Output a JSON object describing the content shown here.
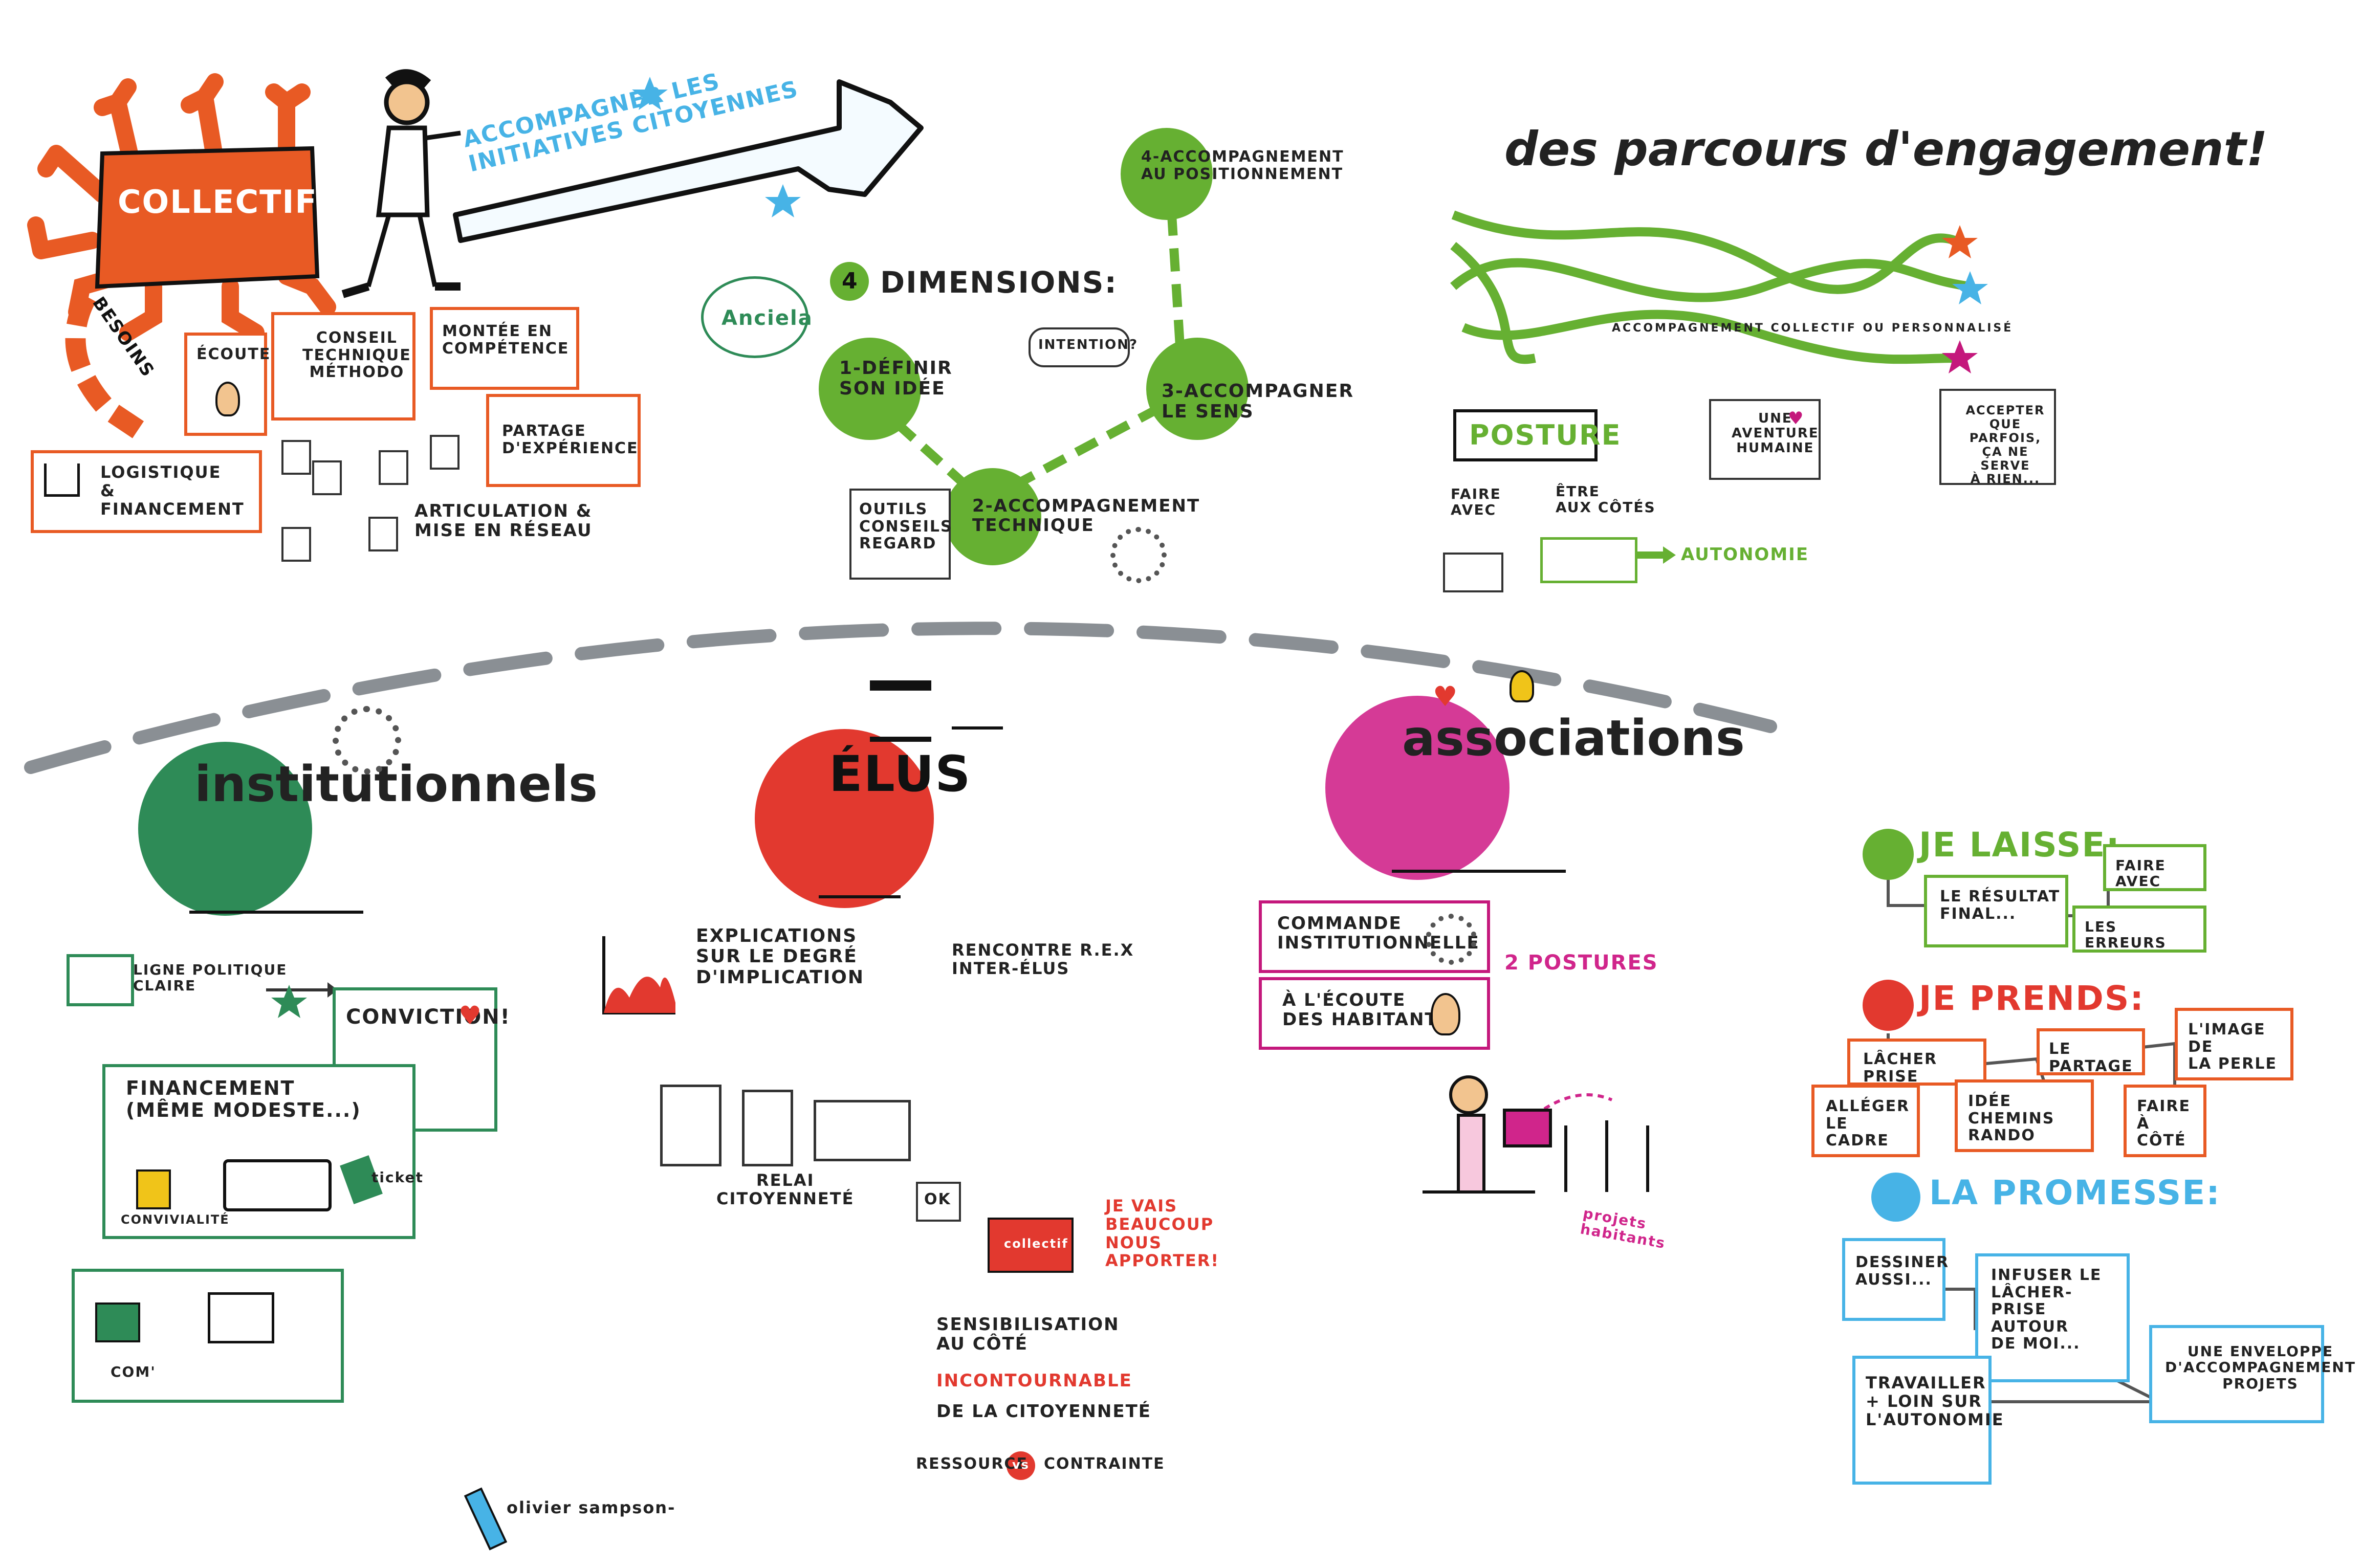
{
  "top_left": {
    "collectif": "collectif",
    "arrow_title": "accompagner les initiatives citoyennes",
    "besoins": "besoins",
    "ecoute": "écoute",
    "conseil": "conseil\ntechnique\nméthodo",
    "montee": "montée en\ncompétence",
    "partage": "partage\nd'expérience",
    "logistique": "logistique\n& financement",
    "articulation": "articulation &\nmise en réseau"
  },
  "dimensions": {
    "logo": "Anciela",
    "title_number": "4",
    "title": "dimensions:",
    "d1": "1-définir\nson idée",
    "intention": "intention?",
    "d2": "2-accompagnement\ntechnique",
    "outils": "outils\nconseils\nregard",
    "d3": "3-accompagner\nle sens",
    "d4": "4-accompagnement\nau positionnement"
  },
  "parcours": {
    "title": "des parcours d'engagement!",
    "path_label": "accompagnement collectif ou personnalisé",
    "aventure": "une\naventure\nhumaine",
    "accepter": "accepter\nque parfois,\nça ne serve\nà rien...",
    "posture": "posture",
    "faire_avec": "faire\navec",
    "etre_aux_cotes": "être\naux côtés",
    "autonomie": "autonomie"
  },
  "institutionnels": {
    "title": "institutionnels",
    "ligne": "ligne politique\nclaire",
    "conviction": "conviction!",
    "financement": "financement\n(même modeste...)",
    "convivialite": "convivialité",
    "ticket": "ticket",
    "com": "com'"
  },
  "elus": {
    "title": "élus",
    "explications": "explications\nsur le degré\nd'implication",
    "rencontre": "rencontre r.e.x\ninter-élus",
    "relai": "relai\ncitoyenneté",
    "ok": "ok",
    "collectif_small": "collectif",
    "apporter": "je vais\nbeaucoup\nnous\napporter!",
    "sensibilisation": "sensibilisation\nau côté",
    "incontournable": "incontournable",
    "citoyennete": "de la citoyenneté",
    "ressource": "ressource",
    "vs": "vs",
    "contrainte": "contrainte",
    "signature": "olivier sampson-"
  },
  "associations": {
    "title": "associations",
    "commande": "commande\ninstitutionnelle",
    "ecoute": "à l'écoute\ndes habitants",
    "postures": "2 postures",
    "projets": "projets\nhabitants"
  },
  "right_column": {
    "je_laisse": "je laisse:",
    "resultat": "le résultat\nfinal...",
    "faire_avec": "faire avec",
    "erreurs": "les erreurs",
    "je_prends": "je prends:",
    "lacher_prise": "lâcher prise",
    "partage": "le partage",
    "perle": "l'image de\nla perle",
    "alleger": "alléger\nle cadre",
    "idee_chemins": "idée chemins\nrando",
    "faire_a_cote": "faire\nà côté",
    "promesse": "la promesse:",
    "dessiner": "dessiner\naussi...",
    "infuser": "infuser le\nlâcher-prise\nautour\nde moi...",
    "enveloppe": "une enveloppe\nd'accompagnement\nprojets",
    "travailler": "travailler\n+ loin sur\nl'autonomie"
  },
  "colors": {
    "orange": "#e85a24",
    "green": "#2e8b57",
    "light_green": "#66b032",
    "magenta": "#c4187c",
    "red": "#e2392f",
    "blue": "#47b3e6"
  }
}
